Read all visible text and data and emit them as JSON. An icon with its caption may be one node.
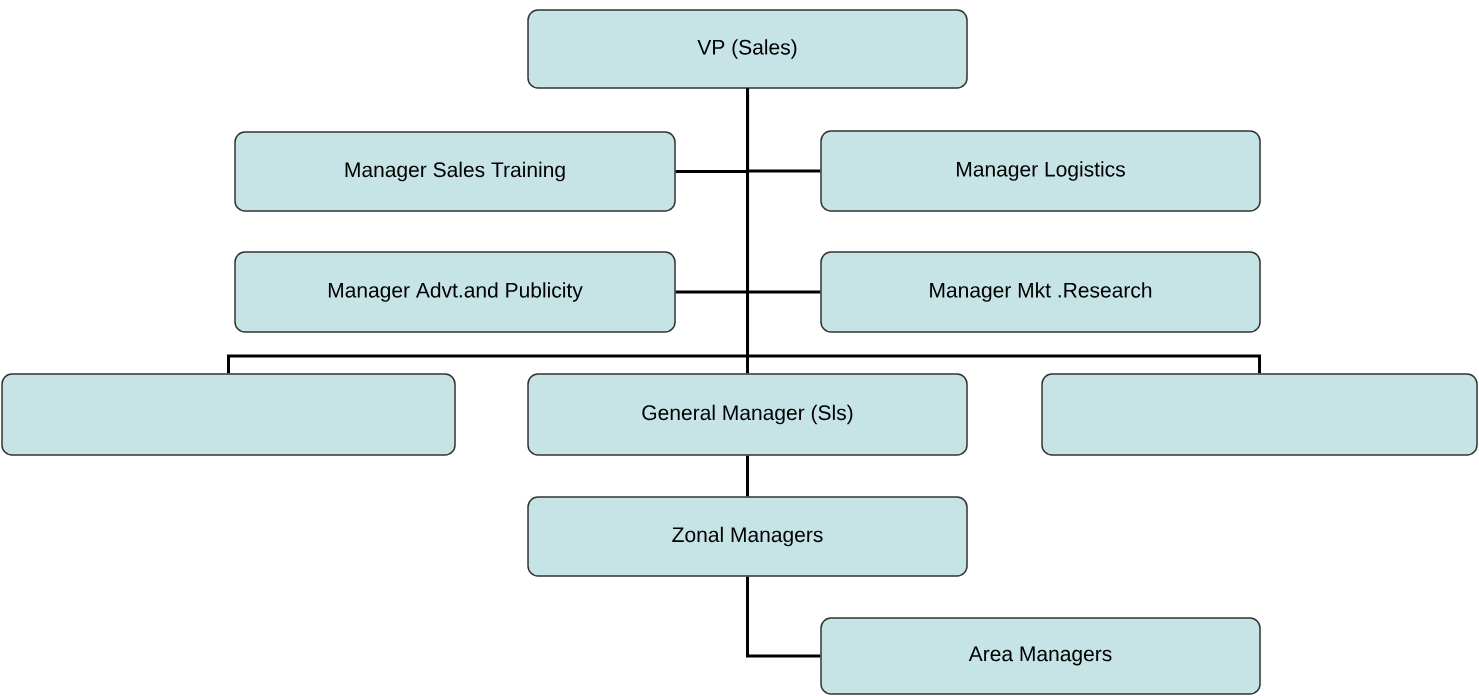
{
  "diagram": {
    "nodes": [
      {
        "text": [
          "VP (Sales)"
        ]
      },
      {
        "text": [
          "Manager Sales Training"
        ]
      },
      {
        "text": [
          "Manager Logistics"
        ]
      },
      {
        "text": [
          "Manager Advt.and Publicity"
        ]
      },
      {
        "text": [
          "Manager Mkt .Research"
        ]
      },
      {
        "text": [],
        "shape": "box"
      },
      {
        "text": [
          "General Manager (Sls)"
        ]
      },
      {
        "text": [],
        "shape": "box"
      },
      {
        "text": [
          "Zonal Managers"
        ]
      },
      {
        "text": [
          "Area Managers"
        ]
      }
    ],
    "edges": [
      {
        "from": 0,
        "to": 1,
        "arrow": "none"
      },
      {
        "from": 0,
        "to": 2,
        "arrow": "none"
      },
      {
        "from": 0,
        "to": 3,
        "arrow": "none"
      },
      {
        "from": 0,
        "to": 4,
        "arrow": "none"
      },
      {
        "from": 0,
        "to": 5,
        "arrow": "none"
      },
      {
        "from": 0,
        "to": 6,
        "arrow": "none"
      },
      {
        "from": 0,
        "to": 7,
        "arrow": "none"
      },
      {
        "from": 6,
        "to": 8,
        "arrow": "none"
      },
      {
        "from": 8,
        "to": 9,
        "arrow": "none"
      }
    ]
  }
}
